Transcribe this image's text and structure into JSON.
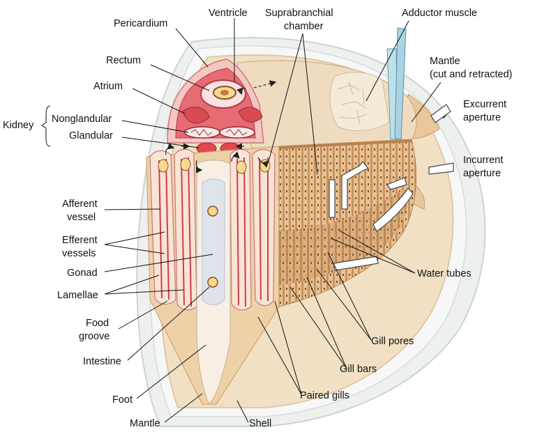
{
  "labels": {
    "pericardium": "Pericardium",
    "ventricle": "Ventricle",
    "suprabranchial_1": "Suprabranchial",
    "suprabranchial_2": "chamber",
    "adductor": "Adductor muscle",
    "mantle_cut_1": "Mantle",
    "mantle_cut_2": "(cut and retracted)",
    "rectum": "Rectum",
    "atrium": "Atrium",
    "kidney": "Kidney",
    "nonglandular": "Nonglandular",
    "glandular": "Glandular",
    "excurrent_1": "Excurrent",
    "excurrent_2": "aperture",
    "incurrent_1": "Incurrent",
    "incurrent_2": "aperture",
    "afferent_1": "Afferent",
    "afferent_2": "vessel",
    "efferent_1": "Efferent",
    "efferent_2": "vessels",
    "gonad": "Gonad",
    "water_tubes": "Water tubes",
    "lamellae": "Lamellae",
    "food_groove_1": "Food",
    "food_groove_2": "groove",
    "gill_pores": "Gill pores",
    "intestine": "Intestine",
    "gill_bars": "Gill bars",
    "foot": "Foot",
    "paired_gills": "Paired gills",
    "mantle": "Mantle",
    "shell": "Shell"
  },
  "colors": {
    "shell": "#eef0ee",
    "shell_edge": "#c9d4d8",
    "mantle": "#f1e0c4",
    "tissue": "#e9c79b",
    "tissue_dark": "#c99a68",
    "red": "#cf3d48",
    "pink": "#f2b3ae",
    "foot": "#f7efe4",
    "intestine": "#dfe3ea"
  }
}
